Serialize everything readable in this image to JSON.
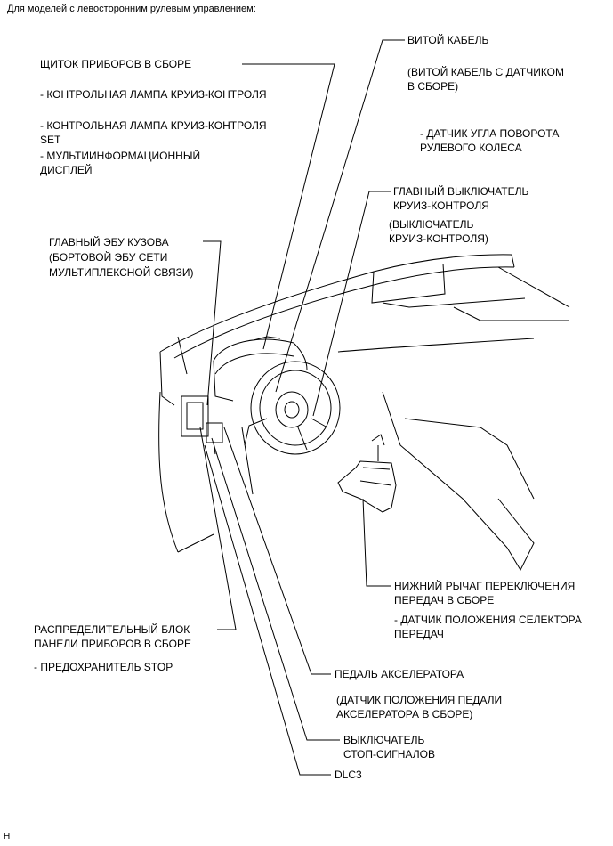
{
  "header": "Для моделей с левосторонним рулевым управлением:",
  "labels": {
    "wire_cable": "ВИТОЙ КАБЕЛЬ",
    "wire_cable_sub1": "(ВИТОЙ КАБЕЛЬ С ДАТЧИКОМ",
    "wire_cable_sub2": "В СБОРЕ)",
    "steering_sensor1": "- ДАТЧИК УГЛА ПОВОРОТА",
    "steering_sensor2": "РУЛЕВОГО КОЛЕСА",
    "cluster": "ЩИТОК ПРИБОРОВ В СБОРЕ",
    "cluster_lamp1": "- КОНТРОЛЬНАЯ ЛАМПА КРУИЗ-КОНТРОЛЯ",
    "cluster_lamp2a": "- КОНТРОЛЬНАЯ ЛАМПА КРУИЗ-КОНТРОЛЯ",
    "cluster_lamp2b": "SET",
    "cluster_mid1": "- МУЛЬТИИНФОРМАЦИОННЫЙ",
    "cluster_mid2": "ДИСПЛЕЙ",
    "cruise_main1": "ГЛАВНЫЙ ВЫКЛЮЧАТЕЛЬ",
    "cruise_main2": "КРУИЗ-КОНТРОЛЯ",
    "cruise_sub1": "(ВЫКЛЮЧАТЕЛЬ",
    "cruise_sub2": "КРУИЗ-КОНТРОЛЯ)",
    "body_ecu1": "ГЛАВНЫЙ ЭБУ КУЗОВА",
    "body_ecu2": "(БОРТОВОЙ ЭБУ СЕТИ",
    "body_ecu3": "МУЛЬТИПЛЕКСНОЙ СВЯЗИ)",
    "shift_lever1": "НИЖНИЙ РЫЧАГ ПЕРЕКЛЮЧЕНИЯ",
    "shift_lever2": "ПЕРЕДАЧ В СБОРЕ",
    "shift_sensor1": "- ДАТЧИК ПОЛОЖЕНИЯ СЕЛЕКТОРА",
    "shift_sensor2": "ПЕРЕДАЧ",
    "junction1": "РАСПРЕДЕЛИТЕЛЬНЫЙ БЛОК",
    "junction2": "ПАНЕЛИ ПРИБОРОВ В СБОРЕ",
    "junction_fuse": "- ПРЕДОХРАНИТЕЛЬ STOP",
    "accel_pedal": "ПЕДАЛЬ АКСЕЛЕРАТОРА",
    "accel_sub1": "(ДАТЧИК ПОЛОЖЕНИЯ ПЕДАЛИ",
    "accel_sub2": "АКСЕЛЕРАТОРА В СБОРЕ)",
    "stop_switch1": "ВЫКЛЮЧАТЕЛЬ",
    "stop_switch2": "СТОП-СИГНАЛОВ",
    "dlc3": "DLC3"
  },
  "footer_code": "H"
}
